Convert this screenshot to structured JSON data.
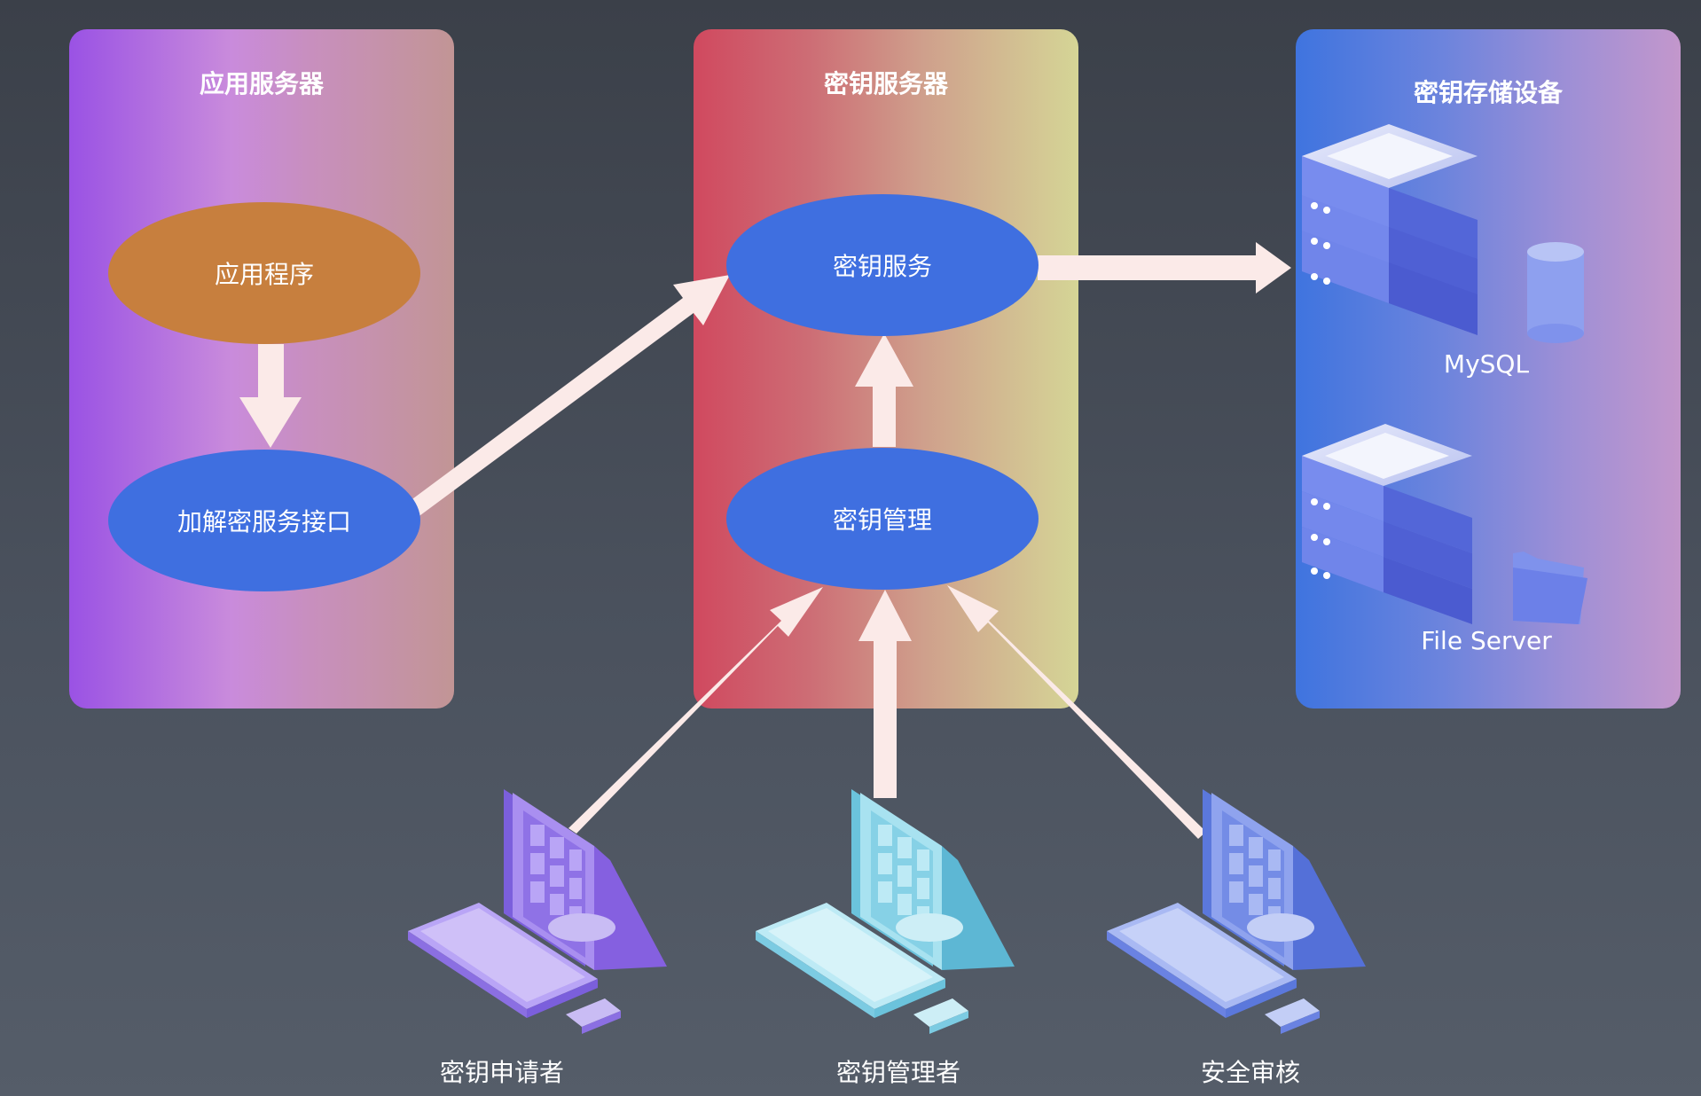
{
  "panels": {
    "app_server": {
      "title": "应用服务器",
      "nodes": {
        "app": "应用程序",
        "crypto_api": "加解密服务接口"
      }
    },
    "key_server": {
      "title": "密钥服务器",
      "nodes": {
        "key_service": "密钥服务",
        "key_management": "密钥管理"
      }
    },
    "key_storage": {
      "title": "密钥存储设备",
      "devices": {
        "mysql": "MySQL",
        "file_server": "File Server"
      }
    }
  },
  "users": {
    "requester": "密钥申请者",
    "administrator": "密钥管理者",
    "auditor": "安全审核"
  },
  "colors": {
    "ellipse_blue": "#3f6fe0",
    "ellipse_orange": "#c77f3e",
    "arrow": "#fbeae8"
  }
}
